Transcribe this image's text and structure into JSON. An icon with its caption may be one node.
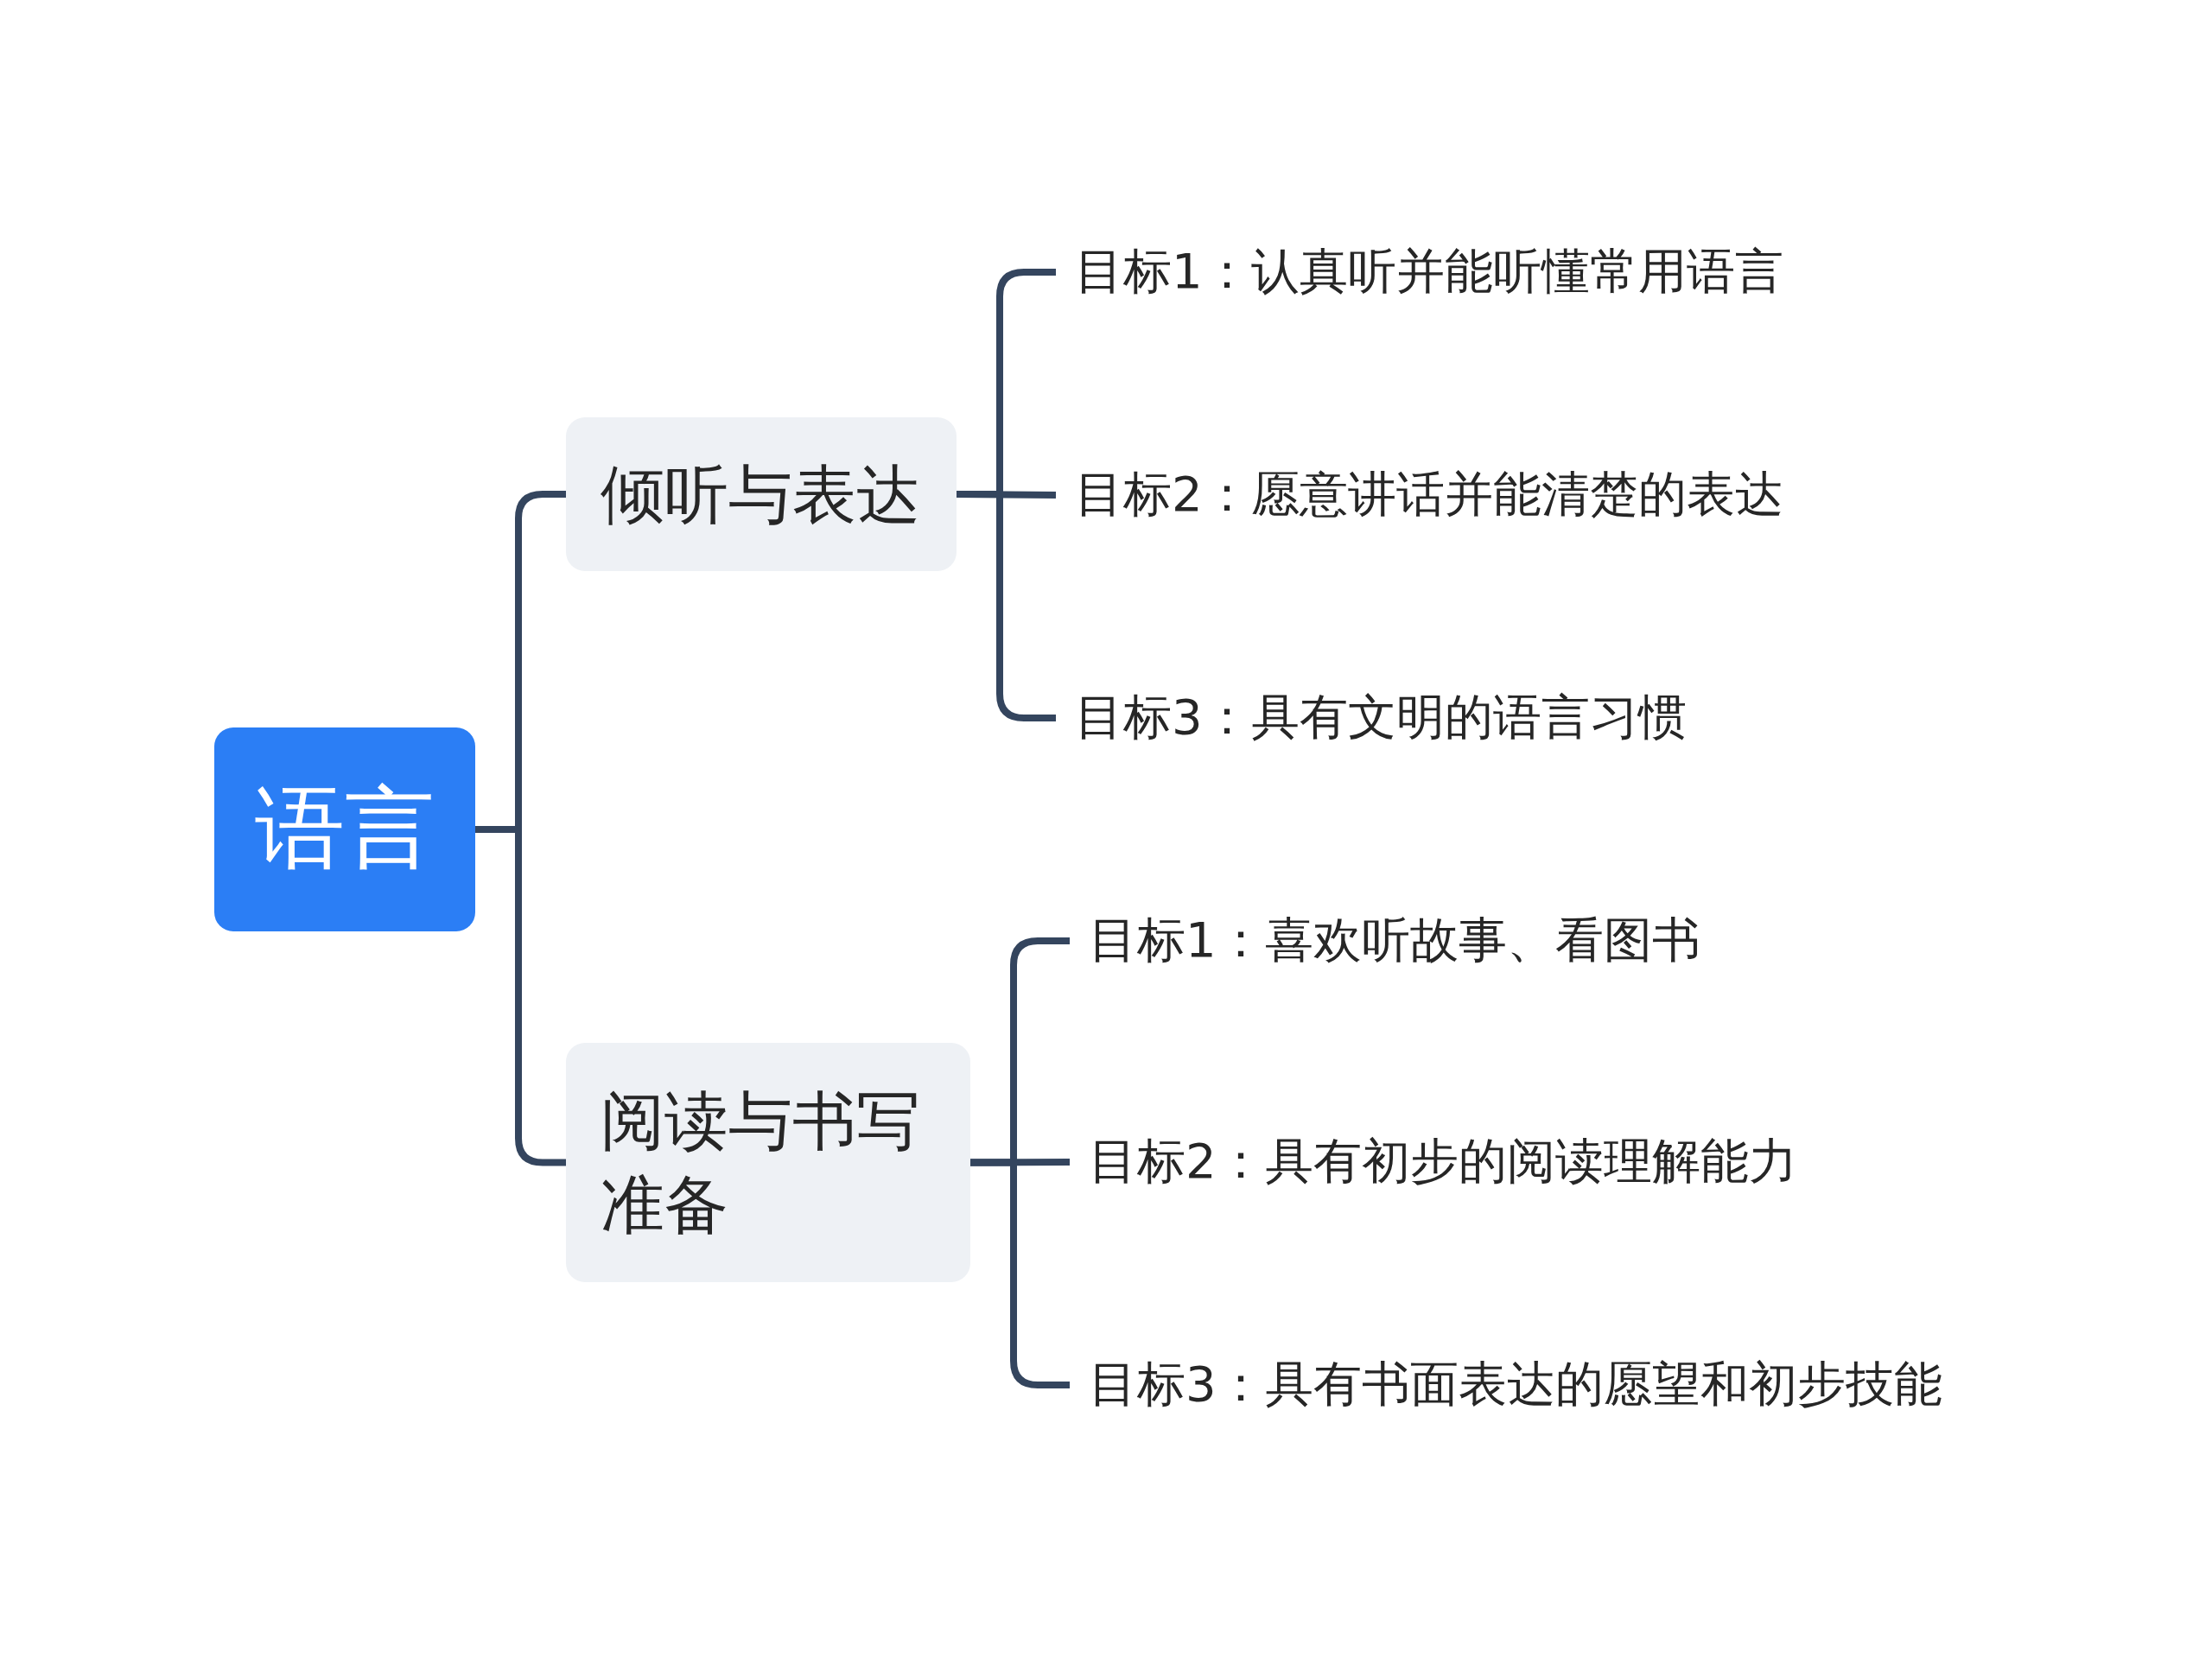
{
  "diagram": {
    "nodes": [
      {
        "text": [
          "语言"
        ]
      },
      {
        "text": [
          "倾听与表达"
        ]
      },
      {
        "text": [
          "目标1：认真听并能听懂常用语言"
        ]
      },
      {
        "text": [
          "目标2：愿意讲话并能清楚的表达"
        ]
      },
      {
        "text": [
          "目标3：具有文明的语言习惯"
        ]
      },
      {
        "text": [
          "阅读与书写准备"
        ]
      },
      {
        "text": [
          "目标1：喜欢听故事、看图书"
        ]
      },
      {
        "text": [
          "目标2：具有初步的阅读理解能力"
        ]
      },
      {
        "text": [
          "目标3：具有书面表达的愿望和初步技能"
        ]
      }
    ],
    "edges": [
      {
        "from": 0,
        "to": 1,
        "arrow": "none"
      },
      {
        "from": 0,
        "to": 5,
        "arrow": "none"
      },
      {
        "from": 1,
        "to": 2,
        "arrow": "none"
      },
      {
        "from": 1,
        "to": 3,
        "arrow": "none"
      },
      {
        "from": 1,
        "to": 4,
        "arrow": "none"
      },
      {
        "from": 5,
        "to": 6,
        "arrow": "none"
      },
      {
        "from": 5,
        "to": 7,
        "arrow": "none"
      },
      {
        "from": 5,
        "to": 8,
        "arrow": "none"
      }
    ]
  }
}
